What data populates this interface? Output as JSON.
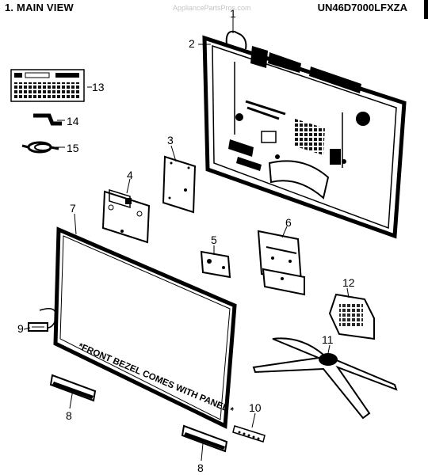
{
  "header": {
    "section_title": "1. MAIN VIEW",
    "model": "UN46D7000LFXZA",
    "watermark": "AppliancePartsPros.com"
  },
  "note": "*FRONT BEZEL COMES WITH PANEL *",
  "callouts": {
    "c1": "1",
    "c2": "2",
    "c3": "3",
    "c4": "4",
    "c5": "5",
    "c6": "6",
    "c7": "7",
    "c8a": "8",
    "c8b": "8",
    "c9": "9",
    "c10": "10",
    "c11": "11",
    "c12": "12",
    "c13": "13",
    "c14": "14",
    "c15": "15"
  }
}
